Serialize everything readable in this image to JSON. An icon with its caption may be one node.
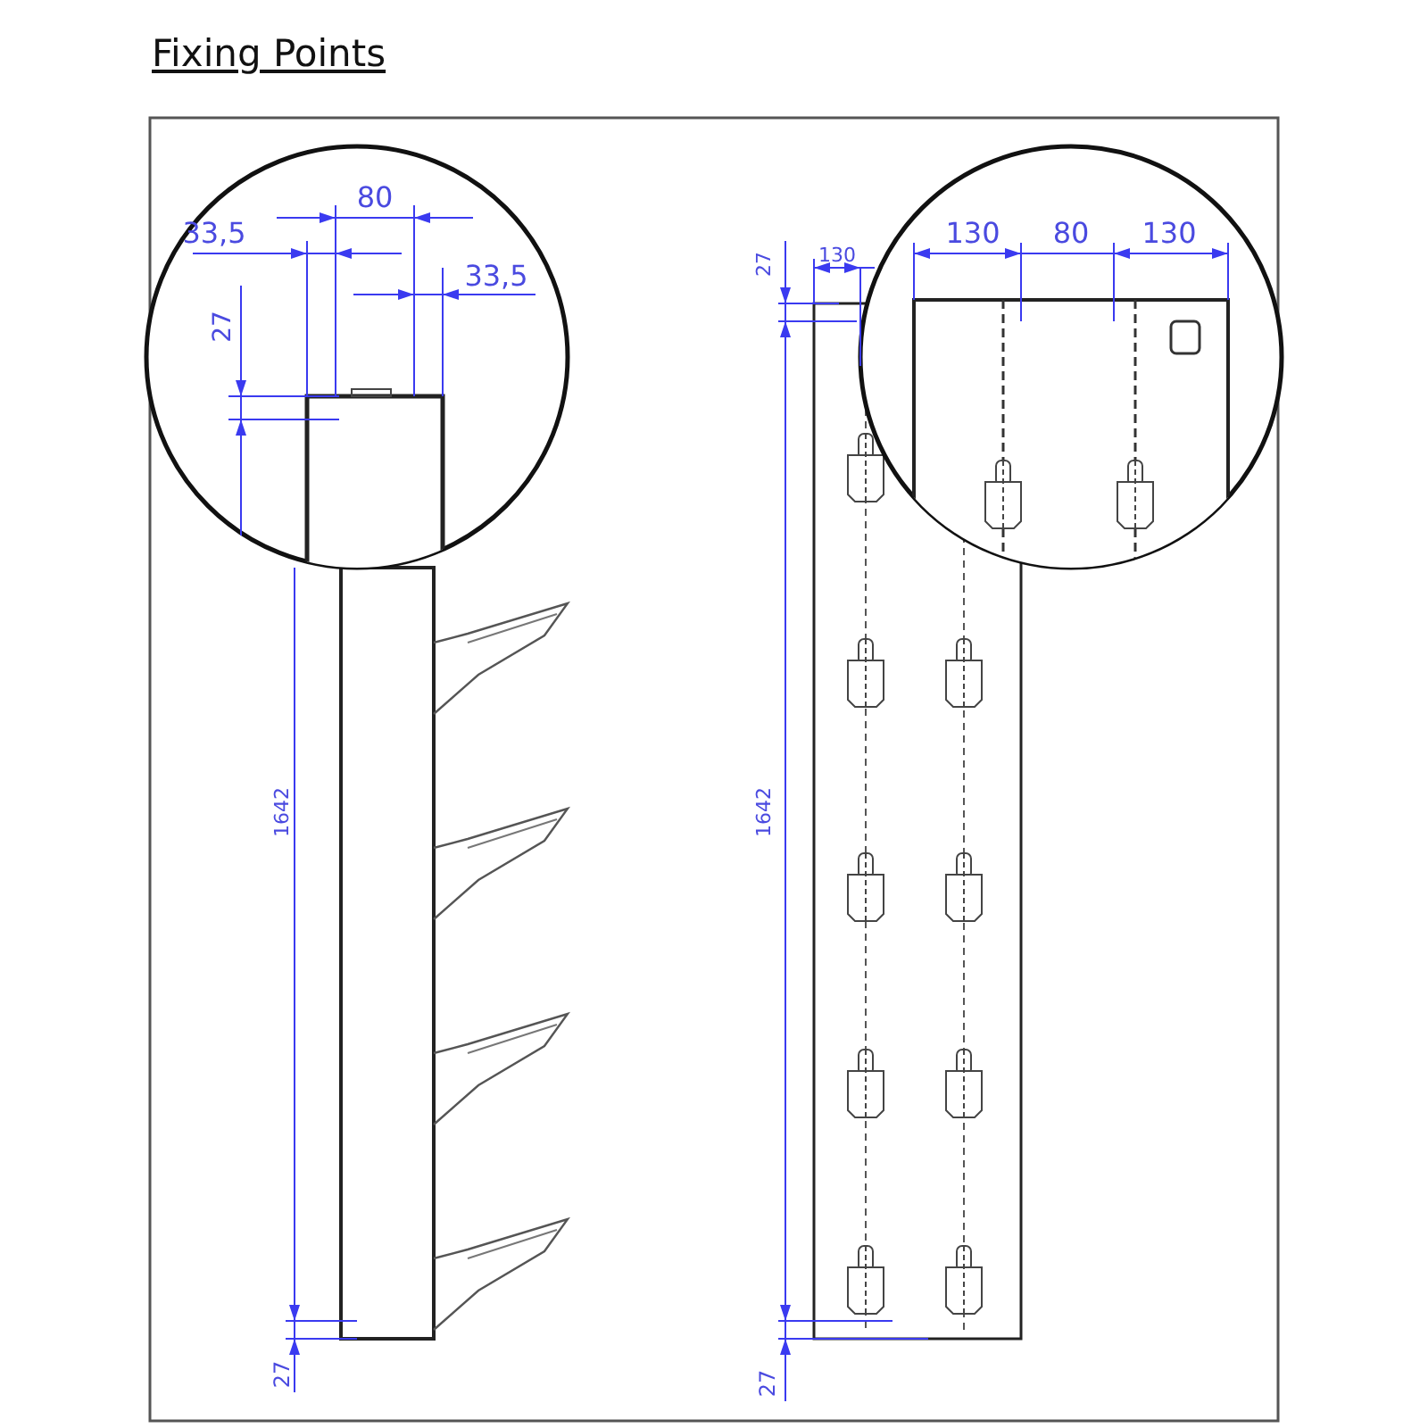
{
  "diagram": {
    "title": "Fixing Points",
    "labels": [
      "80",
      "33,5",
      "33,5",
      "27",
      "1642",
      "27",
      "27",
      "130",
      "130",
      "80",
      "130",
      "1642",
      "27"
    ]
  }
}
